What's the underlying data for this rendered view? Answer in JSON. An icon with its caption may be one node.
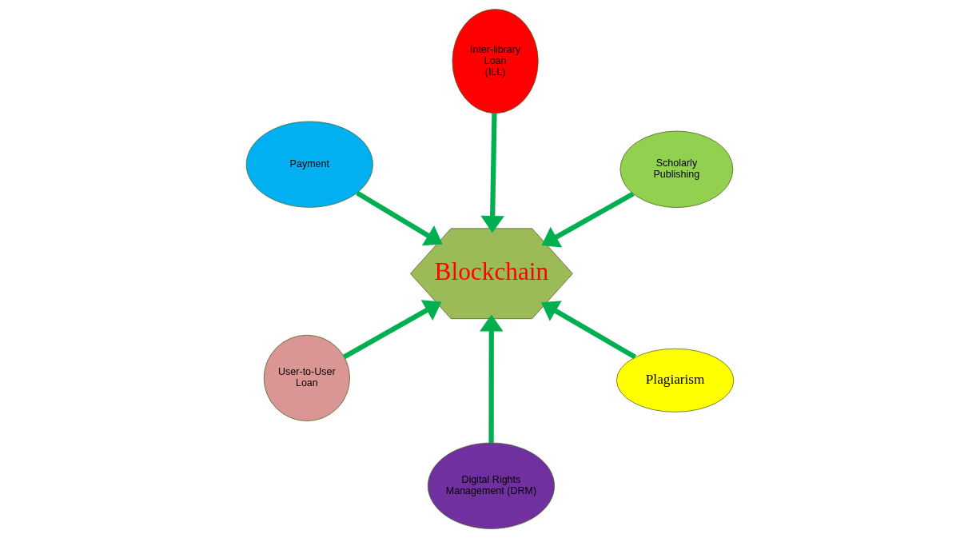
{
  "diagram": {
    "nodes": [
      {
        "text": [
          "Blockchain"
        ]
      },
      {
        "text": [
          "Plagiarism"
        ]
      },
      {
        "text": [
          "Digital Rights Management (DRM)"
        ]
      },
      {
        "text": [
          "Payment"
        ]
      },
      {
        "text": [
          "Scholarly Publishing"
        ]
      },
      {
        "text": [
          "Inter-library Loan (ILL)"
        ]
      },
      {
        "text": [
          "User-to-User Loan"
        ]
      }
    ],
    "edges": [
      {
        "from": 1,
        "to": 0,
        "arrow": "to"
      },
      {
        "from": 2,
        "to": 0,
        "arrow": "to"
      },
      {
        "from": 3,
        "to": 0,
        "arrow": "to"
      },
      {
        "from": 4,
        "to": 0,
        "arrow": "to"
      },
      {
        "from": 5,
        "to": 0,
        "arrow": "to"
      },
      {
        "from": 6,
        "to": 0,
        "arrow": "to"
      }
    ]
  }
}
